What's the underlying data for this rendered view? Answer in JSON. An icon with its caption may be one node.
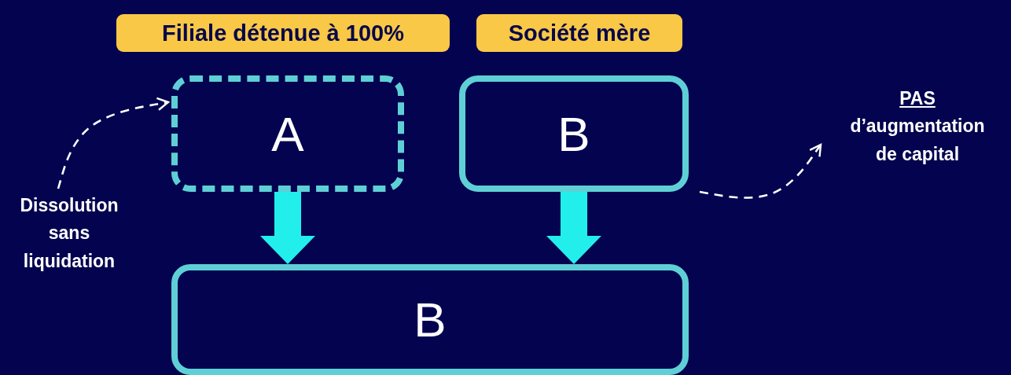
{
  "diagram": {
    "nodes": [
      {
        "text": [
          "Filiale détenue à 100%"
        ]
      },
      {
        "text": [
          "Société mère"
        ]
      },
      {
        "text": [
          "A"
        ]
      },
      {
        "text": [
          "B"
        ]
      },
      {
        "text": [
          "Dissolution sans liquidation"
        ]
      },
      {
        "text": [
          "PAS",
          "d’augmentation de capital"
        ]
      },
      {
        "text": [
          "B"
        ]
      }
    ],
    "edges": [
      {
        "from": 4,
        "to": 2,
        "arrow": "to",
        "style": "dashed"
      },
      {
        "from": 3,
        "to": 5,
        "arrow": "to",
        "style": "dashed"
      },
      {
        "from": 2,
        "to": 6,
        "arrow": "to",
        "style": "thick",
        "color": "#22efec"
      },
      {
        "from": 3,
        "to": 6,
        "arrow": "to",
        "style": "thick",
        "color": "#22efec"
      }
    ]
  }
}
